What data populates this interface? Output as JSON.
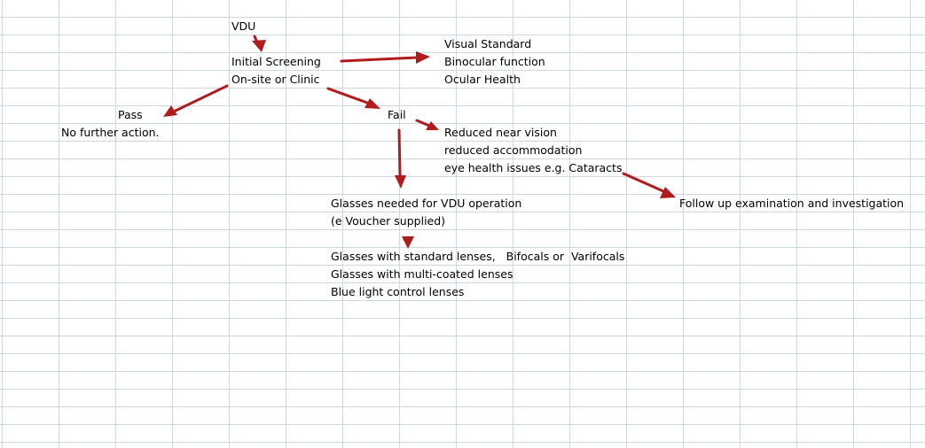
{
  "nodes": {
    "vdu": "VDU",
    "initial_screening": "Initial Screening",
    "onsite_or_clinic": "On-site or Clinic",
    "visual_standard": "Visual Standard",
    "binocular_function": "Binocular function",
    "ocular_health": "Ocular Health",
    "pass": "Pass",
    "no_further_action": "No further action.",
    "fail": "Fail",
    "reduced_near_vision": "Reduced near vision",
    "reduced_accommodation": "reduced accommodation",
    "eye_health_issues": "eye health issues e.g. Cataracts",
    "follow_up": "Follow up examination and investigation",
    "glasses_needed": "Glasses needed for VDU operation",
    "voucher": "(e Voucher supplied)",
    "glasses_standard": "Glasses with standard lenses,   Bifocals or  Varifocals",
    "glasses_multicoated": "Glasses with multi-coated lenses",
    "blue_light": "Blue light control lenses"
  },
  "colors": {
    "arrow": "#b01c1c",
    "gridline": "#d0d7e5"
  }
}
